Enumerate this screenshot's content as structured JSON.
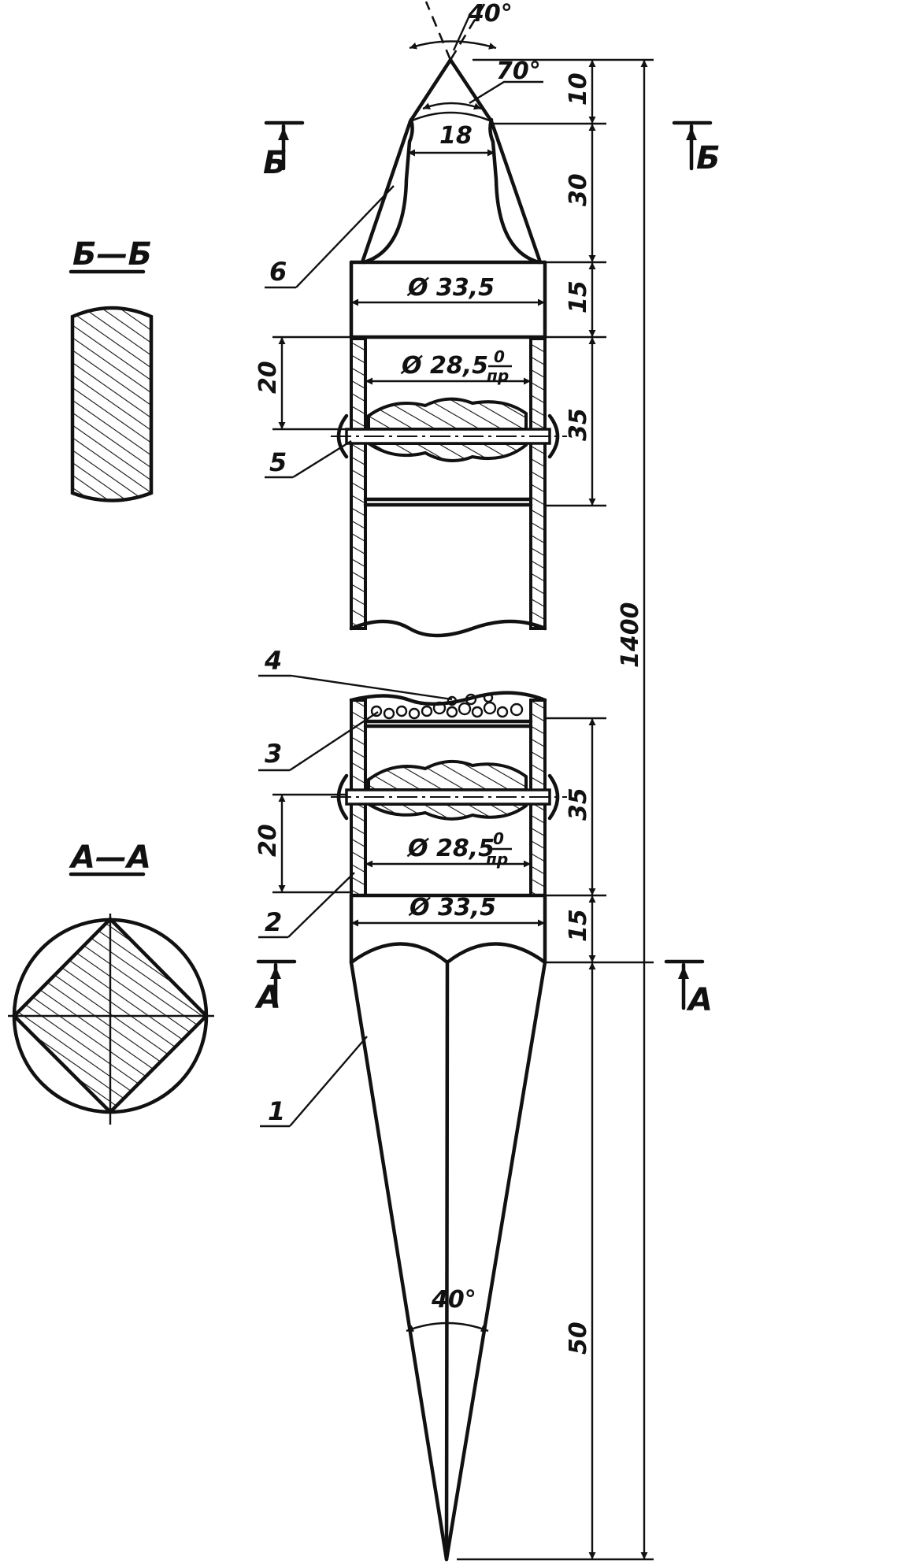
{
  "angles": {
    "tip_top": "40°",
    "tip_inner": "70°",
    "bottom_point": "40°"
  },
  "dimensions": {
    "tip_width": "18",
    "collar_top_dia": "Ø 33,5",
    "bore_top_dia": "Ø 28,5",
    "bore_top_fit_num": "0",
    "bore_top_fit_den": "пр",
    "bore_bottom_dia": "Ø 28,5",
    "bore_bottom_fit_num": "0",
    "bore_bottom_fit_den": "пр",
    "collar_bottom_dia": "Ø 33,5",
    "pin_top_offset": "20",
    "pin_bottom_offset": "20",
    "right_10": "10",
    "right_30": "30",
    "right_15_top": "15",
    "right_35_top": "35",
    "right_35_bottom": "35",
    "right_15_bottom": "15",
    "right_50": "50",
    "overall": "1400"
  },
  "part_labels": {
    "p1": "1",
    "p2": "2",
    "p3": "3",
    "p4": "4",
    "p5": "5",
    "p6": "6"
  },
  "section_markers": {
    "b_left": "Б",
    "b_right": "Б",
    "a_left": "А",
    "a_right": "А"
  },
  "section_views": {
    "bb_title": "Б—Б",
    "aa_title": "А—А"
  }
}
